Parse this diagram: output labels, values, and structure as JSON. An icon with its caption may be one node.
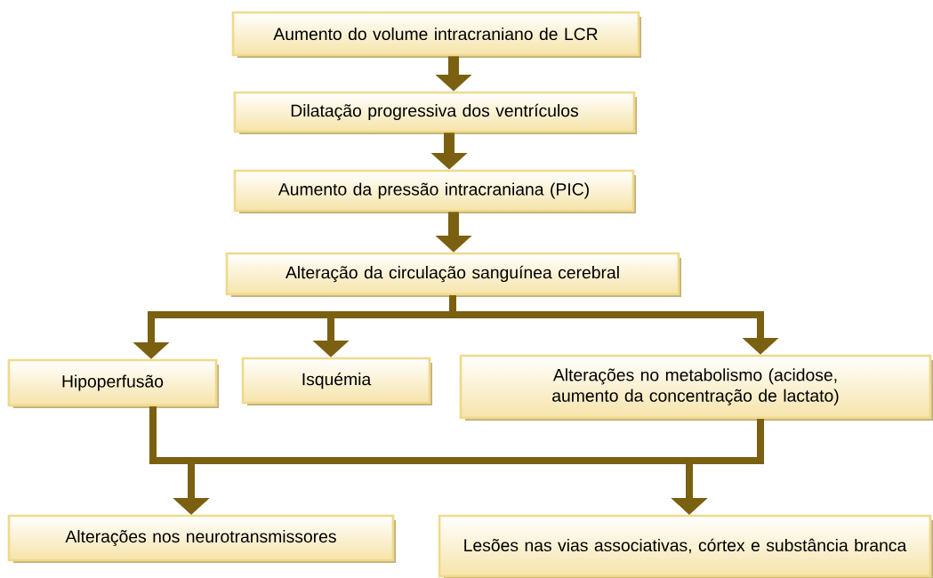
{
  "diagram": {
    "nodes": [
      {
        "text": [
          "Aumento do volume intracraniano de LCR"
        ]
      },
      {
        "text": [
          "Dilatação progressiva dos ventrículos"
        ]
      },
      {
        "text": [
          "Aumento da pressão intracraniana (PIC)"
        ]
      },
      {
        "text": [
          "Alteração da circulação sanguínea cerebral"
        ]
      },
      {
        "text": [
          "Hipoperfusão"
        ]
      },
      {
        "text": [
          "Isquémia"
        ]
      },
      {
        "text": [
          "Alterações no metabolismo (acidose, aumento da concentração de lactato)"
        ]
      },
      {
        "text": [
          "Alterações nos neurotransmissores"
        ]
      },
      {
        "text": [
          "Lesões nas vias associativas, córtex e substância branca"
        ]
      }
    ],
    "edges": [
      {
        "from": 0,
        "to": 1,
        "arrow": "to"
      },
      {
        "from": 1,
        "to": 2,
        "arrow": "to"
      },
      {
        "from": 2,
        "to": 3,
        "arrow": "to"
      },
      {
        "from": 3,
        "to": 4,
        "arrow": "to"
      },
      {
        "from": 3,
        "to": 5,
        "arrow": "to"
      },
      {
        "from": 3,
        "to": 6,
        "arrow": "to"
      },
      {
        "from": 4,
        "to": 7,
        "arrow": "to"
      },
      {
        "from": 4,
        "to": 8,
        "arrow": "to"
      },
      {
        "from": 6,
        "to": 7,
        "arrow": "to"
      },
      {
        "from": 6,
        "to": 8,
        "arrow": "to"
      }
    ]
  }
}
